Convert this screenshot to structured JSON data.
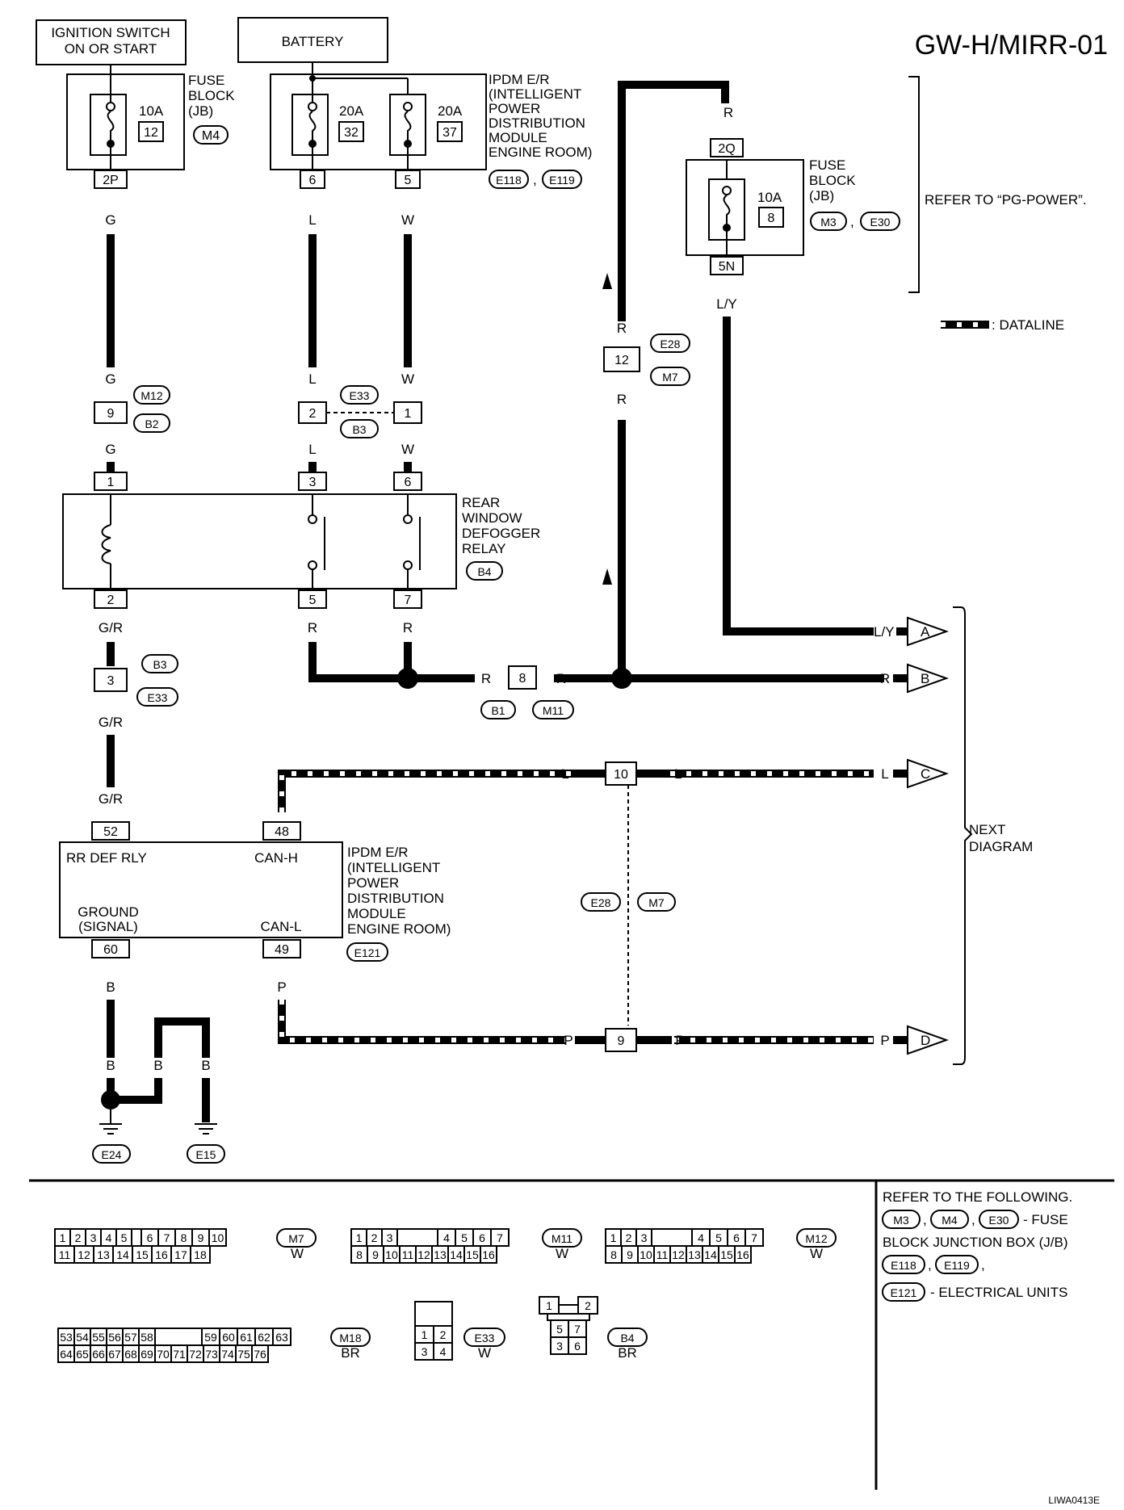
{
  "title": "GW-H/MIRR-01",
  "ignition_switch": [
    "IGNITION SWITCH",
    "ON OR START"
  ],
  "battery": "BATTERY",
  "fuse_block_jb_top": {
    "label": [
      "FUSE",
      "BLOCK",
      "(JB)"
    ],
    "amp": "10A",
    "num": "12",
    "conn": "M4",
    "pin": "2P",
    "wire": "G"
  },
  "ipdm_top": {
    "label": [
      "IPDM E/R",
      "(INTELLIGENT",
      "POWER",
      "DISTRIBUTION",
      "MODULE",
      "ENGINE ROOM)"
    ],
    "fuse1_amp": "20A",
    "fuse1_num": "32",
    "fuse2_amp": "20A",
    "fuse2_num": "37",
    "pin1": "6",
    "pin2": "5",
    "wire1": "L",
    "wire2": "W",
    "conn1": "E118",
    "conn2": "E119"
  },
  "fuse_block_jb_right": {
    "label": [
      "FUSE",
      "BLOCK",
      "(JB)"
    ],
    "amp": "10A",
    "num": "8",
    "conn1": "M3",
    "conn2": "E30",
    "pin_top": "2Q",
    "pin_bottom": "5N",
    "wire_top": "R",
    "wire_bottom": "L/Y"
  },
  "refer_pg_power": "REFER TO “PG-POWER”.",
  "dataline_legend": ": DATALINE",
  "conn_e28": {
    "pin": "12",
    "c1": "E28",
    "c2": "M7",
    "wire": "R"
  },
  "conn_m12": {
    "pin": "9",
    "c1": "M12",
    "c2": "B2",
    "wire": "G"
  },
  "conn_e33_top": {
    "pin1": "2",
    "pin2": "1",
    "c1": "E33",
    "c2": "B3",
    "wire1": "L",
    "wire2": "W"
  },
  "relay": {
    "label": [
      "REAR",
      "WINDOW",
      "DEFOGGER",
      "RELAY"
    ],
    "conn": "B4",
    "pins_top": [
      "1",
      "3",
      "6"
    ],
    "pins_bottom": [
      "2",
      "5",
      "7"
    ],
    "wires_top": [
      "G",
      "L",
      "W"
    ],
    "wires_bottom": [
      "G/R",
      "R",
      "R"
    ]
  },
  "conn_b3": {
    "pin": "3",
    "c1": "B3",
    "c2": "E33",
    "wire": "G/R"
  },
  "conn_b1": {
    "pin": "8",
    "c1": "B1",
    "c2": "M11",
    "wire": "R"
  },
  "ipdm_bottom": {
    "label": [
      "IPDM E/R",
      "(INTELLIGENT",
      "POWER",
      "DISTRIBUTION",
      "MODULE",
      "ENGINE ROOM)"
    ],
    "conn": "E121",
    "rr_def_rly": "RR DEF RLY",
    "can_h": "CAN-H",
    "ground": [
      "GROUND",
      "(SIGNAL)"
    ],
    "can_l": "CAN-L",
    "pins": [
      "52",
      "48",
      "60",
      "49"
    ],
    "wires": [
      "G/R",
      "L",
      "B",
      "P"
    ]
  },
  "conn_10": {
    "pin": "10",
    "wire": "L"
  },
  "conn_9": {
    "pin": "9",
    "wire": "P"
  },
  "conn_e28_m7": {
    "c1": "E28",
    "c2": "M7"
  },
  "outputs": [
    {
      "letter": "A",
      "wire": "L/Y"
    },
    {
      "letter": "B",
      "wire": "R"
    },
    {
      "letter": "C",
      "wire": "L"
    },
    {
      "letter": "D",
      "wire": "P"
    }
  ],
  "next_diagram": [
    "NEXT",
    "DIAGRAM"
  ],
  "grounds": {
    "wire": "B",
    "g1": "E24",
    "g2": "E15"
  },
  "connectors_bottom": {
    "m7": {
      "id": "M7",
      "color": "W",
      "row1": [
        "1",
        "2",
        "3",
        "4",
        "5",
        "6",
        "7",
        "8",
        "9",
        "10"
      ],
      "row2": [
        "11",
        "12",
        "13",
        "14",
        "15",
        "16",
        "17",
        "18"
      ]
    },
    "m11": {
      "id": "M11",
      "color": "W",
      "row1": [
        "1",
        "2",
        "3",
        "4",
        "5",
        "6",
        "7"
      ],
      "row2": [
        "8",
        "9",
        "10",
        "11",
        "12",
        "13",
        "14",
        "15",
        "16"
      ]
    },
    "m12": {
      "id": "M12",
      "color": "W",
      "row1": [
        "1",
        "2",
        "3",
        "4",
        "5",
        "6",
        "7"
      ],
      "row2": [
        "8",
        "9",
        "10",
        "11",
        "12",
        "13",
        "14",
        "15",
        "16"
      ]
    },
    "m18": {
      "id": "M18",
      "color": "BR",
      "row1": [
        "53",
        "54",
        "55",
        "56",
        "57",
        "58",
        "59",
        "60",
        "61",
        "62",
        "63"
      ],
      "row2": [
        "64",
        "65",
        "66",
        "67",
        "68",
        "69",
        "70",
        "71",
        "72",
        "73",
        "74",
        "75",
        "76"
      ]
    },
    "e33": {
      "id": "E33",
      "color": "W",
      "row1": [
        "1",
        "2"
      ],
      "row2": [
        "3",
        "4"
      ]
    },
    "b4": {
      "id": "B4",
      "color": "BR",
      "row0": [
        "1",
        "2"
      ],
      "row1": [
        "5",
        "7"
      ],
      "row2": [
        "3",
        "6"
      ]
    }
  },
  "refer_following": {
    "line1": "REFER TO THE FOLLOWING.",
    "c1": "M3",
    "c2": "M4",
    "c3": "E30",
    "fuse_text": "- FUSE",
    "line3": "BLOCK JUNCTION BOX (J/B)",
    "c4": "E118",
    "c5": "E119",
    "c6": "E121",
    "elec_text": "- ELECTRICAL UNITS"
  },
  "footer_code": "LIWA0413E"
}
